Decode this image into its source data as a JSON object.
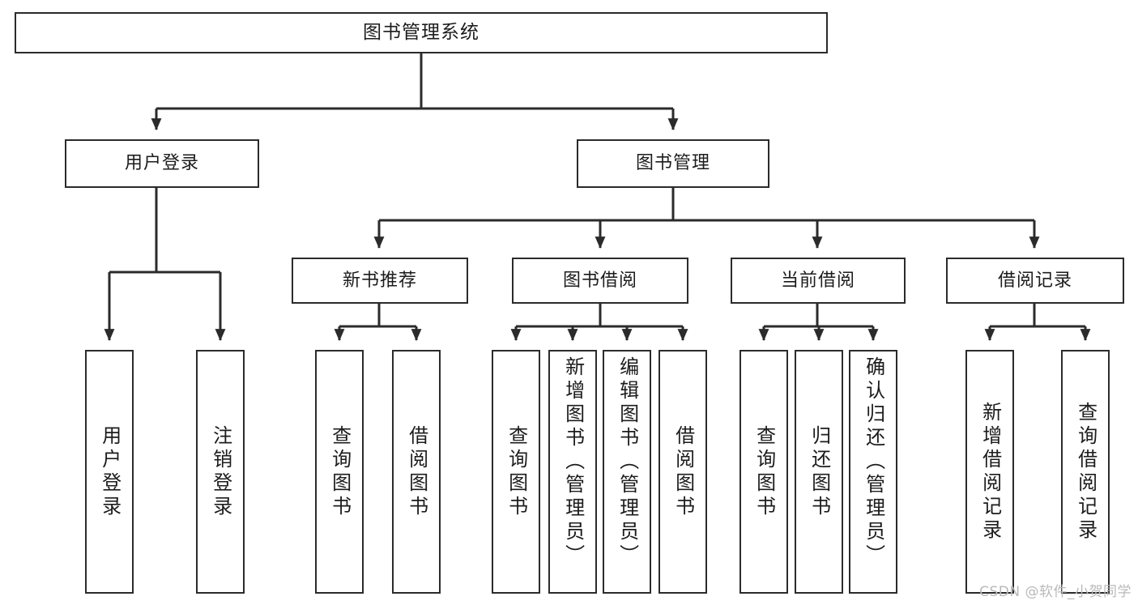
{
  "diagram": {
    "type": "tree",
    "title": "图书管理系统",
    "watermark": "CSDN @软件_小贺同学",
    "colors": {
      "stroke": "#2b2b2b",
      "fill": "#ffffff",
      "text": "#1c1c1c",
      "watermark": "#b9b9b9",
      "background": "#ffffff"
    },
    "levels": {
      "root": "图书管理系统",
      "level1": [
        "用户登录",
        "图书管理"
      ],
      "level2": [
        "新书推荐",
        "图书借阅",
        "当前借阅",
        "借阅记录"
      ]
    },
    "nodes": {
      "root": {
        "label": "图书管理系统"
      },
      "user_login": {
        "label": "用户登录"
      },
      "book_manage": {
        "label": "图书管理"
      },
      "new_book_rec": {
        "label": "新书推荐"
      },
      "book_borrow": {
        "label": "图书借阅"
      },
      "current_borrow": {
        "label": "当前借阅"
      },
      "borrow_record": {
        "label": "借阅记录"
      },
      "leaf_user_login": {
        "label": "用户登录"
      },
      "leaf_logout": {
        "label": "注销登录"
      },
      "leaf_query_book_1": {
        "label": "查询图书"
      },
      "leaf_borrow_book_1": {
        "label": "借阅图书"
      },
      "leaf_query_book_2": {
        "label": "查询图书"
      },
      "leaf_add_book_admin": {
        "label": "新增图书（管理员）"
      },
      "leaf_edit_book_admin": {
        "label": "编辑图书（管理员）"
      },
      "leaf_borrow_book_2": {
        "label": "借阅图书"
      },
      "leaf_query_book_3": {
        "label": "查询图书"
      },
      "leaf_return_book": {
        "label": "归还图书"
      },
      "leaf_confirm_return_admin": {
        "label": "确认归还（管理员）"
      },
      "leaf_add_borrow_record": {
        "label": "新增借阅记录"
      },
      "leaf_query_borrow_record": {
        "label": "查询借阅记录"
      }
    },
    "tree": [
      {
        "label": "图书管理系统",
        "children": [
          {
            "label": "用户登录",
            "children": [
              {
                "label": "用户登录"
              },
              {
                "label": "注销登录"
              }
            ]
          },
          {
            "label": "图书管理",
            "children": [
              {
                "label": "新书推荐",
                "children": [
                  {
                    "label": "查询图书"
                  },
                  {
                    "label": "借阅图书"
                  }
                ]
              },
              {
                "label": "图书借阅",
                "children": [
                  {
                    "label": "查询图书"
                  },
                  {
                    "label": "新增图书（管理员）"
                  },
                  {
                    "label": "编辑图书（管理员）"
                  },
                  {
                    "label": "借阅图书"
                  }
                ]
              },
              {
                "label": "当前借阅",
                "children": [
                  {
                    "label": "查询图书"
                  },
                  {
                    "label": "归还图书"
                  },
                  {
                    "label": "确认归还（管理员）"
                  }
                ]
              },
              {
                "label": "借阅记录",
                "children": [
                  {
                    "label": "新增借阅记录"
                  },
                  {
                    "label": "查询借阅记录"
                  }
                ]
              }
            ]
          }
        ]
      }
    ]
  }
}
